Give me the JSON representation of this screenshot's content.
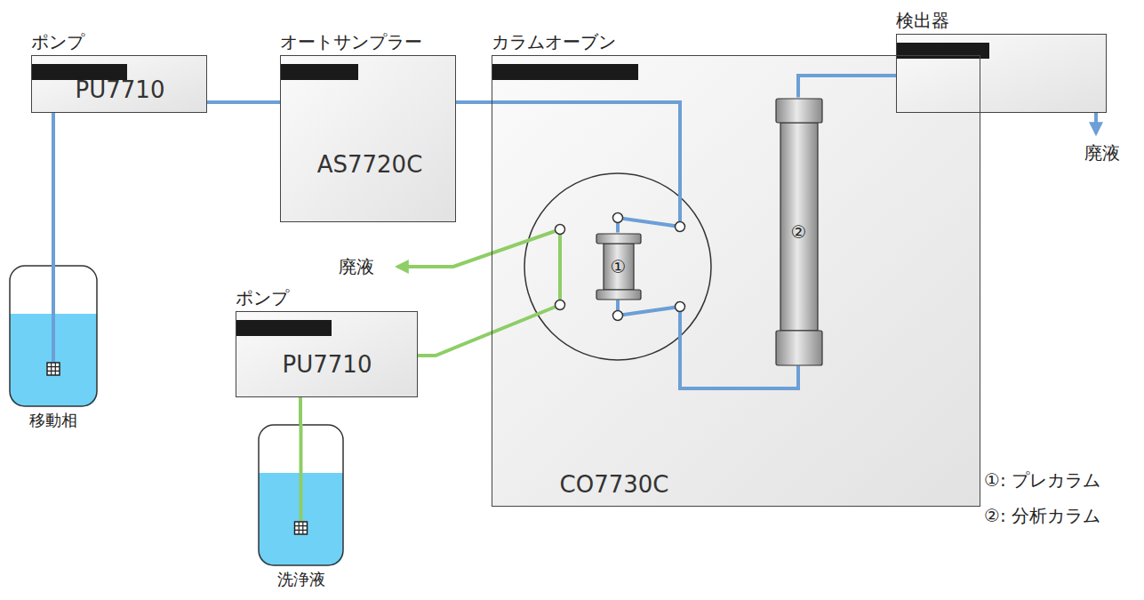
{
  "diagram": {
    "nodes": [
      {
        "text": [
          "ポンプ",
          "PU7710"
        ]
      },
      {
        "text": [
          "オートサンプラー",
          "AS7720C"
        ]
      },
      {
        "text": [
          "カラムオーブン",
          "CO7730C"
        ]
      },
      {
        "text": [
          "検出器"
        ]
      },
      {
        "text": [
          "ポンプ",
          "PU7710"
        ]
      },
      {
        "text": [
          "移動相"
        ]
      },
      {
        "text": [
          "洗浄液"
        ]
      },
      {
        "text": [
          "①"
        ],
        "in": 2
      },
      {
        "text": [
          "②"
        ],
        "in": 2
      }
    ],
    "edges": [
      {
        "from": 5,
        "to": 0,
        "arrow": "none"
      },
      {
        "from": 0,
        "to": 1,
        "arrow": "none"
      },
      {
        "from": 1,
        "to": 7,
        "arrow": "none"
      },
      {
        "from": 7,
        "to": 8,
        "arrow": "none"
      },
      {
        "from": 8,
        "to": 3,
        "arrow": "none"
      },
      {
        "from": 6,
        "to": 4,
        "arrow": "none"
      }
    ],
    "labels": [
      "廃液",
      "廃液",
      "①: プレカラム",
      "②: 分析カラム"
    ]
  }
}
